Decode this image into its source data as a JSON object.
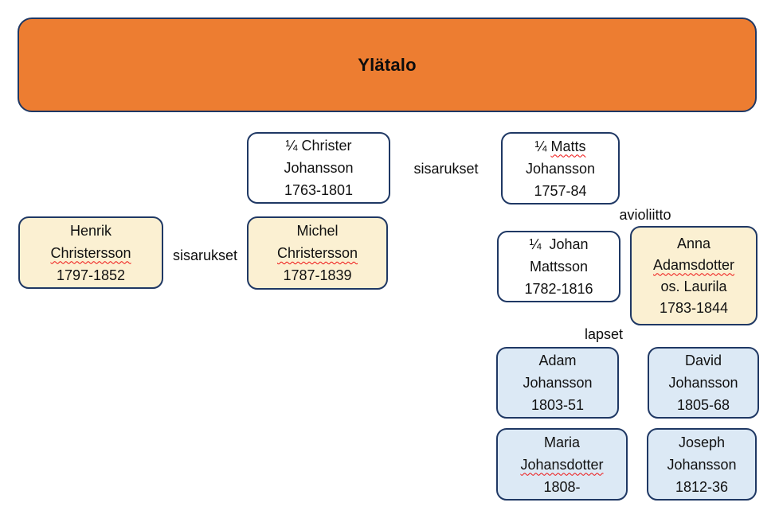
{
  "header": {
    "title": "Ylätalo"
  },
  "labels": {
    "sisarukset_top": "sisarukset",
    "sisarukset_left": "sisarukset",
    "avioliitto": "avioliitto",
    "lapset": "lapset"
  },
  "nodes": {
    "christer": {
      "l1": "¼ Christer",
      "l2": "Johansson",
      "l3": "1763-1801"
    },
    "matts": {
      "l1_prefix": "¼ ",
      "l1_word": "Matts",
      "l2": "Johansson",
      "l3": "1757-84"
    },
    "henrik": {
      "l1": "Henrik",
      "l2": "Christersson",
      "l3": "1797-1852"
    },
    "michel": {
      "l1": "Michel",
      "l2": "Christersson",
      "l3": "1787-1839"
    },
    "johan": {
      "l1": "¼  Johan",
      "l2": "Mattsson",
      "l3": "1782-1816"
    },
    "anna": {
      "l1": "Anna",
      "l2": "Adamsdotter",
      "l3": "os. Laurila",
      "l4": "1783-1844"
    },
    "adam": {
      "l1": "Adam",
      "l2": "Johansson",
      "l3": "1803-51"
    },
    "david": {
      "l1": "David",
      "l2": "Johansson",
      "l3": "1805-68"
    },
    "maria": {
      "l1": "Maria",
      "l2": "Johansdotter",
      "l3": "1808-"
    },
    "joseph": {
      "l1": "Joseph",
      "l2": "Johansson",
      "l3": "1812-36"
    }
  },
  "colors": {
    "header_fill": "#ED7D31",
    "box_border": "#1F3864",
    "cream_fill": "#FBF0D2",
    "blue_fill": "#DCE9F5",
    "white_fill": "#FFFFFF",
    "squiggle_red": "#EE1111",
    "text": "#111111",
    "background": "#FFFFFF"
  }
}
